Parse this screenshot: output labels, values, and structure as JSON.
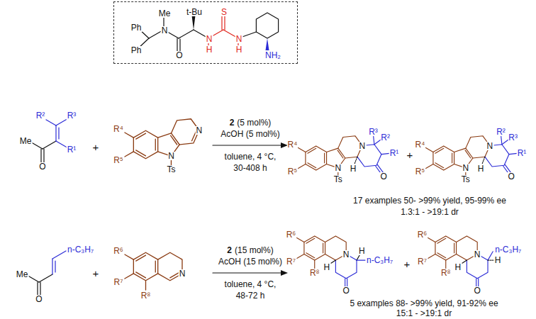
{
  "diagram": {
    "nodes": [
      {
        "text": [
          "Ph",
          "Ph",
          "Me",
          "N",
          "O",
          "t-Bu",
          "N",
          "H",
          "S",
          "N",
          "H",
          "NH₂"
        ]
      }
    ],
    "labels": [
      "R²",
      "R³",
      "Me",
      "R¹",
      "O",
      "+",
      "R⁴",
      "R⁵",
      "N",
      "Ts",
      "N",
      "2",
      "(5 mol%)",
      "AcOH (5 mol%)",
      "toluene, 4 °C,",
      "30-408 h",
      "R⁴",
      "R⁵",
      "N",
      "Ts",
      "H",
      "N",
      "R³",
      "R²",
      "R¹",
      "O",
      "+",
      "R⁴",
      "R⁵",
      "N",
      "Ts",
      "H",
      "N",
      "R²",
      "R³",
      "R¹",
      "O",
      "17 examples 50- >99% yield, 95-99% ee",
      "1.3:1 - >19:1 dr",
      "n-C₃H₇",
      "Me",
      "O",
      "+",
      "R⁶",
      "R⁷",
      "R⁸",
      "N",
      "2",
      "(15 mol%)",
      "AcOH (15 mol%)",
      "toluene, 4 °C,",
      "48-72 h",
      "R⁶",
      "R⁷",
      "R⁸",
      "H",
      "N",
      "H",
      "n-C₃H₇",
      "O",
      "+",
      "R⁶",
      "R⁷",
      "R⁸",
      "H",
      "N",
      "n-C₃H₇",
      "H",
      "O",
      "5 examples 88- >99% yield, 91-92% ee",
      "15:1 - >19:1 dr"
    ]
  }
}
